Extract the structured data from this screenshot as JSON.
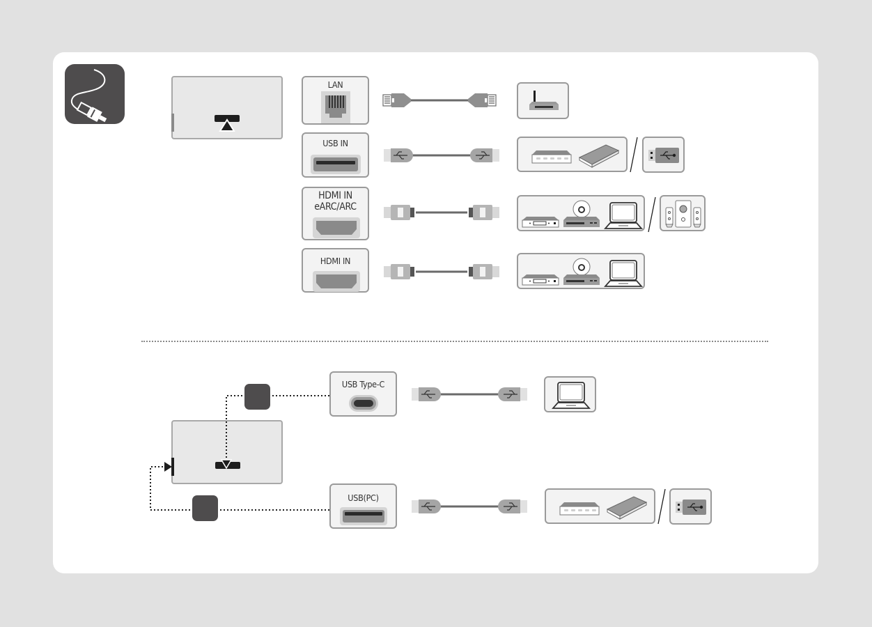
{
  "category_icon": "cable-connection-icon",
  "top_section": {
    "tv_panel": {
      "port_location": "bottom-center",
      "side_port_indicator": true
    },
    "connections": [
      {
        "port_label": "LAN",
        "port_icon": "ethernet-port-icon",
        "cable_icon": "ethernet-cable-icon",
        "devices": [
          "router-icon"
        ],
        "alt_devices": []
      },
      {
        "port_label": "USB IN",
        "port_icon": "usb-a-port-icon",
        "cable_icon": "usb-cable-icon",
        "devices": [
          "usb-hub-icon",
          "external-hdd-icon"
        ],
        "alt_devices": [
          "usb-flash-drive-icon"
        ]
      },
      {
        "port_label": "HDMI IN\neARC/ARC",
        "port_label_line1": "HDMI IN",
        "port_label_line2": "eARC/ARC",
        "port_icon": "hdmi-port-icon",
        "cable_icon": "hdmi-cable-icon",
        "devices": [
          "set-top-box-icon",
          "disc-player-icon",
          "laptop-icon"
        ],
        "alt_devices": [
          "speaker-system-icon"
        ]
      },
      {
        "port_label": "HDMI IN",
        "port_icon": "hdmi-port-icon",
        "cable_icon": "hdmi-cable-icon",
        "devices": [
          "set-top-box-icon",
          "disc-player-icon",
          "laptop-icon"
        ],
        "alt_devices": []
      }
    ]
  },
  "bottom_section": {
    "tv_panel": {
      "port_locations": [
        "bottom-center",
        "left-side"
      ]
    },
    "connections": [
      {
        "port_label": "USB Type-C",
        "port_icon": "usb-c-port-icon",
        "cable_icon": "usb-cable-icon",
        "devices": [
          "laptop-icon"
        ],
        "alt_devices": []
      },
      {
        "port_label": "USB(PC)",
        "port_icon": "usb-a-port-icon",
        "cable_icon": "usb-cable-icon",
        "devices": [
          "usb-hub-icon",
          "external-hdd-icon"
        ],
        "alt_devices": [
          "usb-flash-drive-icon"
        ]
      }
    ]
  },
  "colors": {
    "background": "#e1e1e1",
    "card": "#ffffff",
    "icon_dark": "#4e4c4d",
    "connector_gray": "#a5a5a5",
    "box_fill": "#f3f3f3",
    "box_border": "#9a9a9a"
  }
}
